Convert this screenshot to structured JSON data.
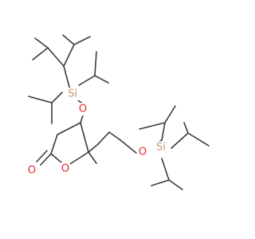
{
  "molecule": {
    "colors": {
      "bond": "#3a3a3a",
      "oxygen": "#e8262b",
      "silicon": "#c49a6c",
      "background": "#ffffff"
    },
    "atom_labels": {
      "o_ether_top": "O",
      "si_top": "Si",
      "o_ring": "O",
      "o_carbonyl": "O",
      "o_ether_right": "O",
      "si_right": "Si"
    }
  }
}
